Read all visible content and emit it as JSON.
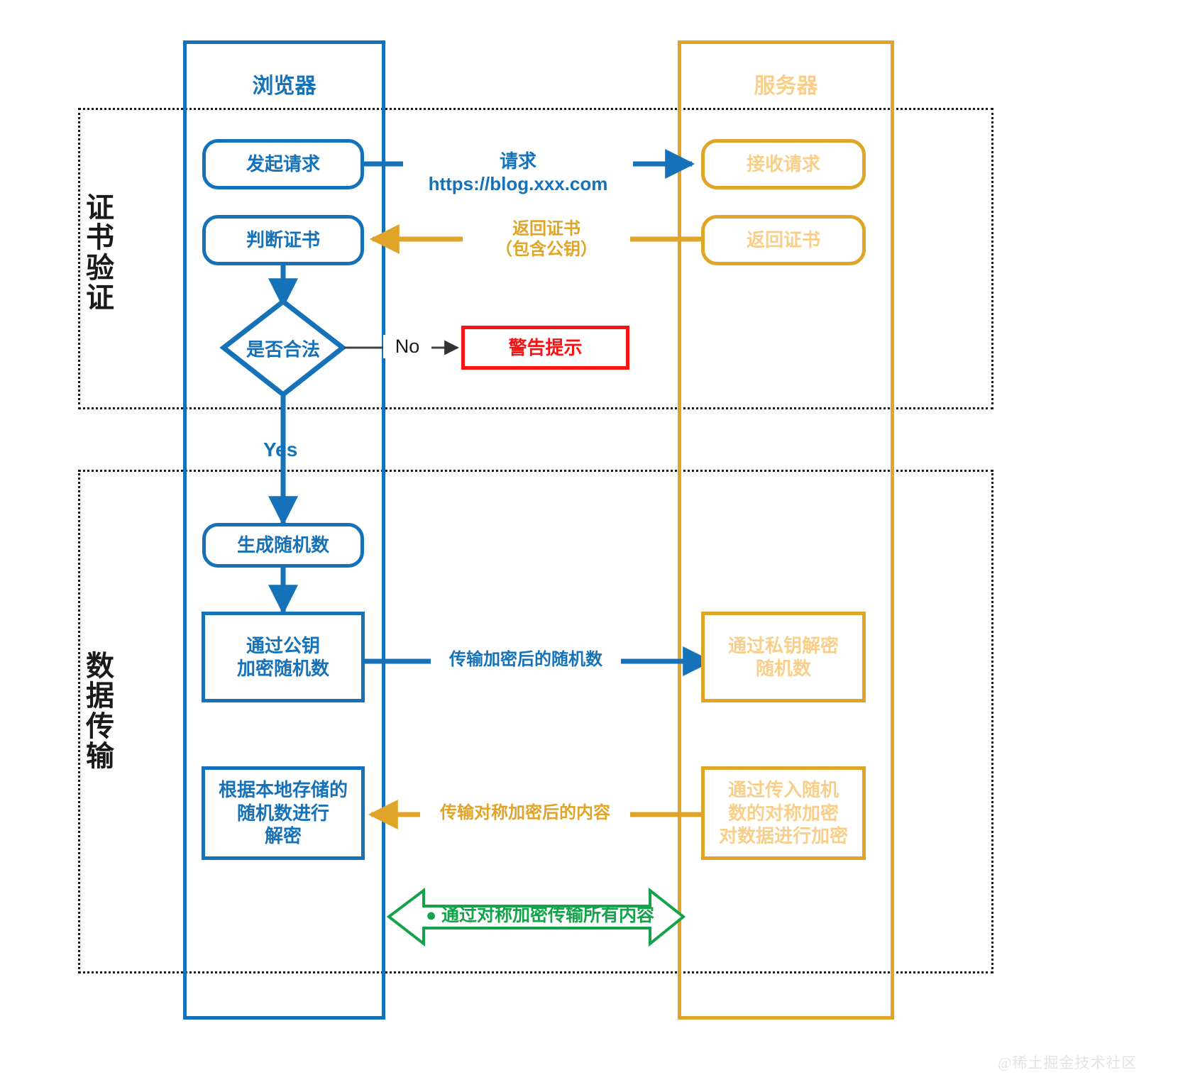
{
  "meta": {
    "watermark": "@稀土掘金技术社区",
    "colors": {
      "browser_blue": "#1572b8",
      "server_amber": "#dfa428",
      "server_amber_text": "#f8cf8a",
      "alert_red": "#f71414",
      "green": "#14a34a",
      "band_dotted": "#1a1a1a",
      "background": "#ffffff"
    }
  },
  "phases": [
    {
      "id": "cert-verification",
      "label": "证书验证"
    },
    {
      "id": "data-transmission",
      "label": "数据传输"
    }
  ],
  "lifelines": [
    {
      "id": "browser",
      "title": "浏览器",
      "color": "#1572b8"
    },
    {
      "id": "server",
      "title": "服务器",
      "color": "#dfa428"
    }
  ],
  "nodes": {
    "initiate_request": "发起请求",
    "receive_request": "接收请求",
    "judge_certificate": "判断证书",
    "return_certificate": "返回证书",
    "is_legal": "是否合法",
    "warning_prompt": "警告提示",
    "generate_random": "生成随机数",
    "encrypt_with_public_key": "通过公钥\n加密随机数",
    "decrypt_with_private_key": "通过私钥解密\n随机数",
    "local_decrypt": "根据本地存储的\n随机数进行\n解密",
    "symmetric_encrypt_data": "通过传入随机\n数的对称加密\n对数据进行加密"
  },
  "edges": {
    "request_url": "请求 https://blog.xxx.com",
    "return_cert": "返回证书\n（包含公钥）",
    "decision_no": "No",
    "decision_yes": "Yes",
    "transfer_encrypted_random": "传输加密后的随机数",
    "transfer_symmetric_content": "传输对称加密后的内容",
    "all_via_symmetric": "● 通过对称加密传输所有内容"
  }
}
